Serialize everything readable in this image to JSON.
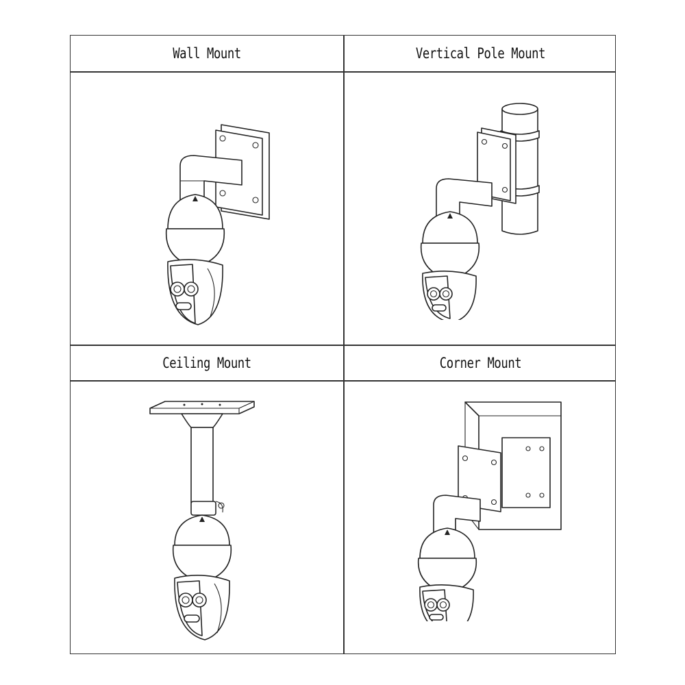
{
  "panels": [
    {
      "title": "Wall Mount",
      "mount": "wall"
    },
    {
      "title": "Vertical Pole Mount",
      "mount": "pole"
    },
    {
      "title": "Ceiling Mount",
      "mount": "ceiling"
    },
    {
      "title": "Corner Mount",
      "mount": "corner"
    }
  ]
}
